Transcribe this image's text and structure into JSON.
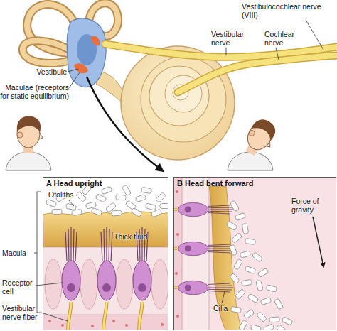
{
  "diagram": {
    "nodes": [
      {
        "text": [
          "A Head upright"
        ]
      },
      {
        "text": [
          "B Head bent forward"
        ]
      }
    ],
    "labels": [
      "Vestibulocochlear nerve (VIII)",
      "Vestibular nerve",
      "Cochlear nerve",
      "Vestibule",
      "Maculae (receptors for static equilibrium)",
      "Otoliths",
      "Thick fluid",
      "Macula",
      "Receptor cell",
      "Vestibular nerve fiber",
      "Cilia",
      "Force of gravity"
    ]
  }
}
